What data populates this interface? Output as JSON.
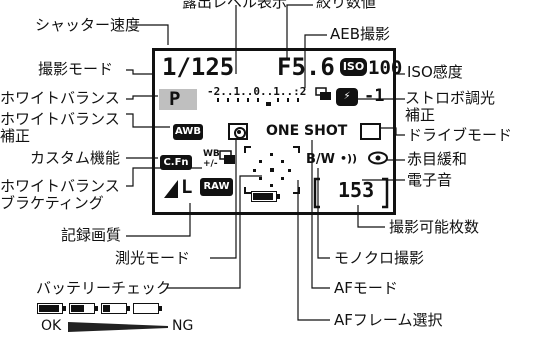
{
  "callouts": {
    "exposure_level": "露出レベル表示",
    "aperture": "絞り数値",
    "shutter_speed": "シャッター速度",
    "aeb": "AEB撮影",
    "shooting_mode": "撮影モード",
    "iso": "ISO感度",
    "white_balance": "ホワイトバランス",
    "flash_comp_line1": "ストロボ調光",
    "flash_comp_line2": "補正",
    "wb_correction_line1": "ホワイトバランス",
    "wb_correction_line2": "補正",
    "drive_mode": "ドライブモード",
    "custom_function": "カスタム機能",
    "red_eye": "赤目緩和",
    "wb_bracketing_line1": "ホワイトバランス",
    "wb_bracketing_line2": "ブラケティング",
    "beep": "電子音",
    "image_quality": "記録画質",
    "shots_remaining": "撮影可能枚数",
    "metering_mode": "測光モード",
    "monochrome": "モノクロ撮影",
    "battery_check": "バッテリーチェック",
    "af_mode": "AFモード",
    "af_point_selection": "AFフレーム選択"
  },
  "lcd": {
    "shutter_value": "1/125",
    "aperture_value": "F5.6",
    "iso_badge": "ISO",
    "iso_value": "100",
    "mode_letter": "P",
    "scale_text": "-2..1..0..1..:2",
    "flash_comp_value": "-1",
    "wb_badge": "AWB",
    "af_mode_text": "ONE SHOT",
    "cfn_badge": "C.Fn",
    "wb_shift_top": "WB",
    "wb_shift_bottom": "+/-",
    "bw_text": "B/W",
    "beep_text": "•))",
    "shots_value": "153",
    "quality_letter": "L",
    "raw_badge": "RAW"
  },
  "battery_legend": {
    "ok_label": "OK",
    "ng_label": "NG",
    "levels": [
      1.0,
      0.66,
      0.33,
      0.0
    ]
  }
}
